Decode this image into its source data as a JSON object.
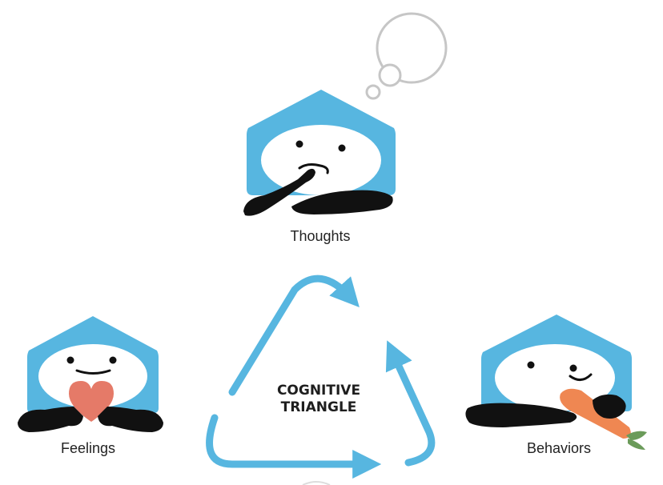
{
  "labels": {
    "thoughts": "Thoughts",
    "feelings": "Feelings",
    "behaviors": "Behaviors"
  },
  "center": {
    "line1": "COGNITIVE",
    "line2": "TRIANGLE"
  },
  "colors": {
    "house_blue": "#57b6e0",
    "arrow_blue": "#57b6e0",
    "ink": "#111111",
    "heart": "#e57a68",
    "carrot": "#ef8752",
    "carrot_leaf": "#6b9b5a",
    "bubble": "#c6c6c6"
  }
}
